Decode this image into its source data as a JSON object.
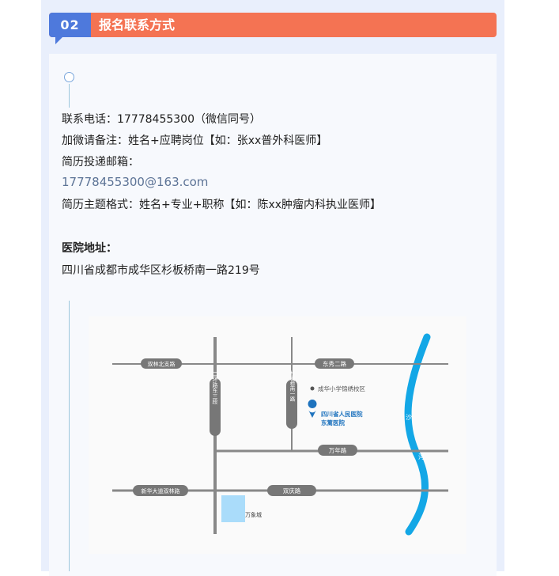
{
  "header": {
    "number": "02",
    "title": "报名联系方式"
  },
  "contact": {
    "phone_line": "联系电话：17778455300（微信同号）",
    "wechat_note_line": "加微请备注：姓名+应聘岗位【如：张xx普外科医师】",
    "email_label": "简历投递邮箱：",
    "email": "17778455300@163.com",
    "subject_line": "简历主题格式：姓名+专业+职称【如：陈xx肿瘤内科执业医师】"
  },
  "address": {
    "label": "医院地址：",
    "value": "四川省成都市成华区杉板桥南一路219号"
  },
  "map": {
    "roads": {
      "shuanglin_north": "双林北支路",
      "dongxiu_2": "东秀二路",
      "second_ring_east_3": "二环路东三段",
      "shanbanqiao_south": "杉板桥南一路",
      "wannian": "万年路",
      "xinhua_shuanglin": "新华大道双林路",
      "shuangqing": "双庆路"
    },
    "pois": {
      "school": "成华小学锦绣校区",
      "hospital_line1": "四川省人民医院",
      "hospital_line2": "东篱医院",
      "mall": "万象城",
      "river_char1": "沙",
      "river_char2": "河"
    },
    "colors": {
      "road": "#888888",
      "river": "#13a7e6",
      "hospital": "#1e73be",
      "mall": "#aadcfa"
    }
  }
}
